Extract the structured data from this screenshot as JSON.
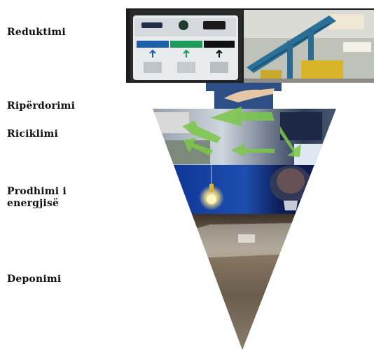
{
  "hierarchy": {
    "levels": [
      {
        "label": "Reduktimi"
      },
      {
        "label": "Ripërdorimi"
      },
      {
        "label": "Riciklimi"
      },
      {
        "label": "Prodhimi i energjisë"
      },
      {
        "label": "Deponimi"
      }
    ]
  },
  "colors": {
    "text": "#111111",
    "recycle_arrow": "#7cc84a",
    "bin_panel": "#e8ebee",
    "bin_arrow": "#1f5fa8",
    "energy_blue": "#0e2f7a",
    "landfill": "#6b5d4e"
  },
  "icons": [
    "recycle-icon",
    "lightbulb-icon",
    "recycling-bin-icon",
    "conveyor-icon"
  ]
}
